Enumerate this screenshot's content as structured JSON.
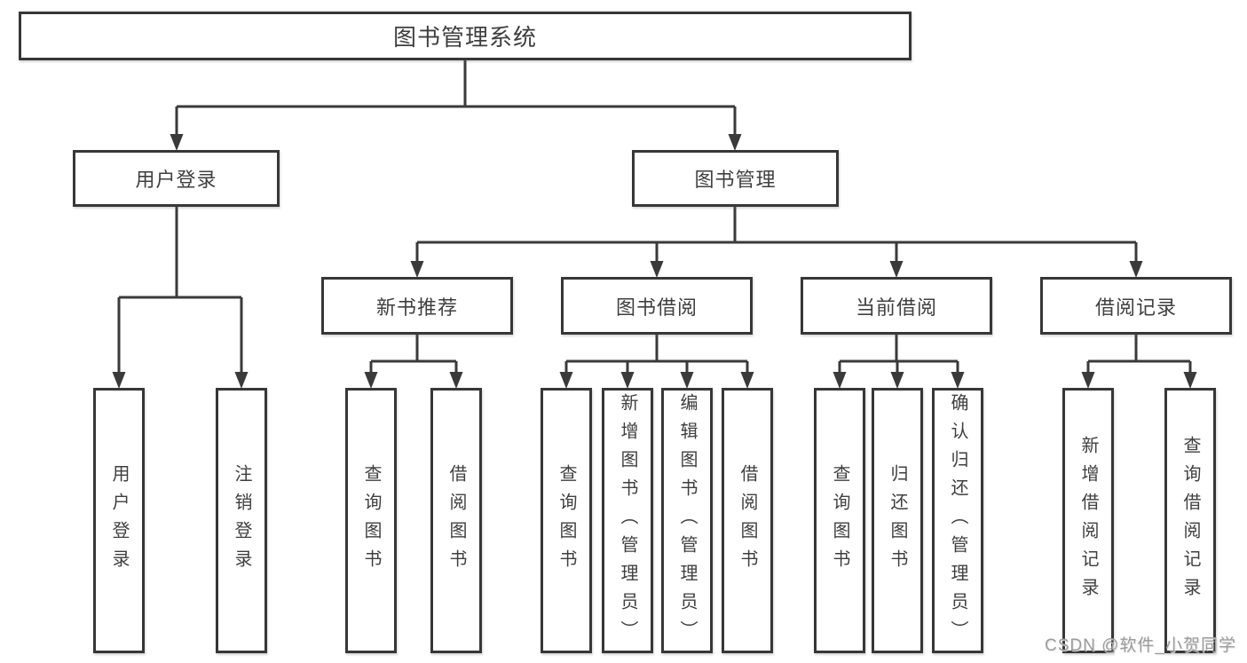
{
  "colors": {
    "line": "#3a3a3a",
    "box_border": "#373737",
    "text": "#3f3f3f",
    "watermark": "#9c9c9c",
    "background": "#ffffff"
  },
  "tree": {
    "root": {
      "label": "图书管理系统",
      "children": [
        {
          "label": "用户登录",
          "children": [
            {
              "label": "用户登录"
            },
            {
              "label": "注销登录"
            }
          ]
        },
        {
          "label": "图书管理",
          "children": [
            {
              "label": "新书推荐",
              "children": [
                {
                  "label": "查询图书"
                },
                {
                  "label": "借阅图书"
                }
              ]
            },
            {
              "label": "图书借阅",
              "children": [
                {
                  "label": "查询图书"
                },
                {
                  "label": "新增图书（管理员）"
                },
                {
                  "label": "编辑图书（管理员）"
                },
                {
                  "label": "借阅图书"
                }
              ]
            },
            {
              "label": "当前借阅",
              "children": [
                {
                  "label": "查询图书"
                },
                {
                  "label": "归还图书"
                },
                {
                  "label": "确认归还（管理员）"
                }
              ]
            },
            {
              "label": "借阅记录",
              "children": [
                {
                  "label": "新增借阅记录"
                },
                {
                  "label": "查询借阅记录"
                }
              ]
            }
          ]
        }
      ]
    }
  },
  "watermark": {
    "text": "CSDN @软件_小贺同学"
  }
}
